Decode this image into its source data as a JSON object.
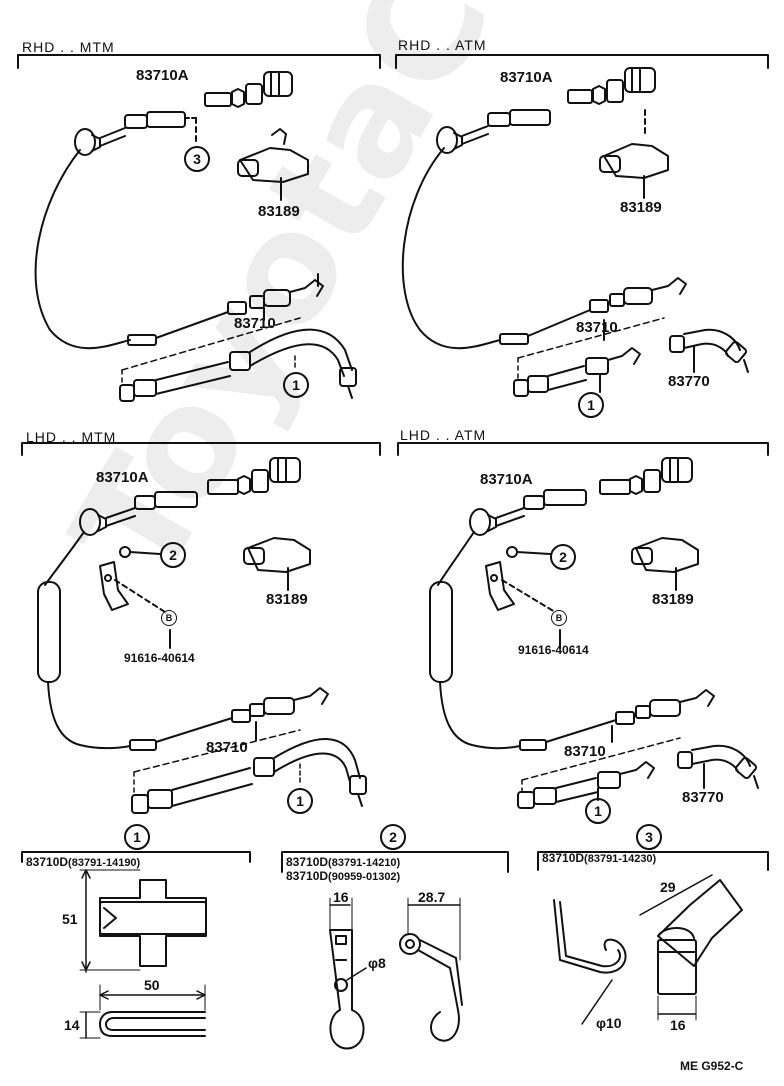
{
  "sections": {
    "rhd_mtm": {
      "header": "RHD . . MTM",
      "label_cable_upper": "83710A",
      "label_sleeve": "83189",
      "label_cable_lower": "83710",
      "callout_upper": "3",
      "callout_lower": "1"
    },
    "rhd_atm": {
      "header": "RHD . . ATM",
      "label_cable_upper": "83710A",
      "label_sleeve": "83189",
      "label_cable_lower": "83710",
      "label_driven_gear": "83770",
      "callout_lower": "1"
    },
    "lhd_mtm": {
      "header": "LHD . . MTM",
      "label_cable_upper": "83710A",
      "label_sleeve": "83189",
      "label_bolt": "91616-40614",
      "label_cable_lower": "83710",
      "callout_clamp": "2",
      "callout_bolt": "B",
      "callout_lower": "1"
    },
    "lhd_atm": {
      "header": "LHD . . ATM",
      "label_cable_upper": "83710A",
      "label_sleeve": "83189",
      "label_bolt": "91616-40614",
      "label_cable_lower": "83710",
      "label_driven_gear": "83770",
      "callout_clamp": "2",
      "callout_bolt": "B",
      "callout_lower": "1"
    }
  },
  "details": {
    "d1": {
      "callout": "1",
      "part": "83710D",
      "part_number": "(83791-14190)",
      "dim_height": "51",
      "dim_length": "50",
      "dim_depth": "14"
    },
    "d2": {
      "callout": "2",
      "part_a": "83710D",
      "part_number_a": "(83791-14210)",
      "part_b": "83710D",
      "part_number_b": "(90959-01302)",
      "dim_width": "16",
      "dim_span": "28.7",
      "dim_hole": "φ8"
    },
    "d3": {
      "callout": "3",
      "part": "83710D",
      "part_number": "(83791-14230)",
      "dim_wire": "φ10",
      "dim_top": "29",
      "dim_bottom": "16"
    }
  },
  "footer_code": "ME  G952-C",
  "watermark": "ToyotaCarMine.ru"
}
